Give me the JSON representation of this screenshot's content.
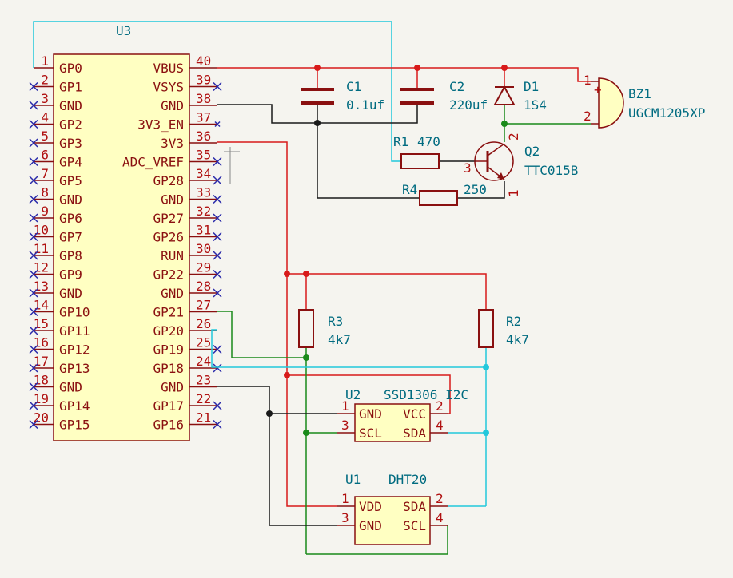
{
  "colors": {
    "background": "#f5f4ef",
    "body_fill": "#ffffc2",
    "body_stroke": "#8a1010",
    "pin_line": "#8a1010",
    "wire_red": "#d81a1a",
    "wire_black": "#1a1a1a",
    "wire_green": "#1a8a1a",
    "wire_cyan": "#22c8dc",
    "label_teal": "#006b80",
    "noconnect_blue": "#2a2aaa"
  },
  "u3": {
    "ref": "U3",
    "left_pins": [
      {
        "num": "1",
        "name": "GP0"
      },
      {
        "num": "2",
        "name": "GP1"
      },
      {
        "num": "3",
        "name": "GND"
      },
      {
        "num": "4",
        "name": "GP2"
      },
      {
        "num": "5",
        "name": "GP3"
      },
      {
        "num": "6",
        "name": "GP4"
      },
      {
        "num": "7",
        "name": "GP5"
      },
      {
        "num": "8",
        "name": "GND"
      },
      {
        "num": "9",
        "name": "GP6"
      },
      {
        "num": "10",
        "name": "GP7"
      },
      {
        "num": "11",
        "name": "GP8"
      },
      {
        "num": "12",
        "name": "GP9"
      },
      {
        "num": "13",
        "name": "GND"
      },
      {
        "num": "14",
        "name": "GP10"
      },
      {
        "num": "15",
        "name": "GP11"
      },
      {
        "num": "16",
        "name": "GP12"
      },
      {
        "num": "17",
        "name": "GP13"
      },
      {
        "num": "18",
        "name": "GND"
      },
      {
        "num": "19",
        "name": "GP14"
      },
      {
        "num": "20",
        "name": "GP15"
      }
    ],
    "right_pins": [
      {
        "num": "40",
        "name": "VBUS"
      },
      {
        "num": "39",
        "name": "VSYS"
      },
      {
        "num": "38",
        "name": "GND"
      },
      {
        "num": "37",
        "name": "3V3_EN"
      },
      {
        "num": "36",
        "name": "3V3"
      },
      {
        "num": "35",
        "name": "ADC_VREF"
      },
      {
        "num": "34",
        "name": "GP28"
      },
      {
        "num": "33",
        "name": "GND"
      },
      {
        "num": "32",
        "name": "GP27"
      },
      {
        "num": "31",
        "name": "GP26"
      },
      {
        "num": "30",
        "name": "RUN"
      },
      {
        "num": "29",
        "name": "GP22"
      },
      {
        "num": "28",
        "name": "GND"
      },
      {
        "num": "27",
        "name": "GP21"
      },
      {
        "num": "26",
        "name": "GP20"
      },
      {
        "num": "25",
        "name": "GP19"
      },
      {
        "num": "24",
        "name": "GP18"
      },
      {
        "num": "23",
        "name": "GND"
      },
      {
        "num": "22",
        "name": "GP17"
      },
      {
        "num": "21",
        "name": "GP16"
      }
    ]
  },
  "c1": {
    "ref": "C1",
    "value": "0.1uf"
  },
  "c2": {
    "ref": "C2",
    "value": "220uf"
  },
  "d1": {
    "ref": "D1",
    "value": "1S4"
  },
  "bz1": {
    "ref": "BZ1",
    "value": "UGCM1205XP",
    "pin1": "1",
    "pin2": "2",
    "plus": "+"
  },
  "q2": {
    "ref": "Q2",
    "value": "TTC015B",
    "pin1": "1",
    "pin2": "2",
    "pin3": "3"
  },
  "r1": {
    "ref": "R1",
    "value": "470"
  },
  "r4": {
    "ref": "R4",
    "value": "250"
  },
  "r3": {
    "ref": "R3",
    "value": "4k7"
  },
  "r2": {
    "ref": "R2",
    "value": "4k7"
  },
  "u2": {
    "ref": "U2",
    "value": "SSD1306_I2C",
    "pins": [
      {
        "num": "1",
        "name": "GND"
      },
      {
        "num": "3",
        "name": "SCL"
      },
      {
        "num": "2",
        "name": "VCC"
      },
      {
        "num": "4",
        "name": "SDA"
      }
    ]
  },
  "u1": {
    "ref": "U1",
    "value": "DHT20",
    "pins": [
      {
        "num": "1",
        "name": "VDD"
      },
      {
        "num": "3",
        "name": "GND"
      },
      {
        "num": "2",
        "name": "SDA"
      },
      {
        "num": "4",
        "name": "SCL"
      }
    ]
  }
}
